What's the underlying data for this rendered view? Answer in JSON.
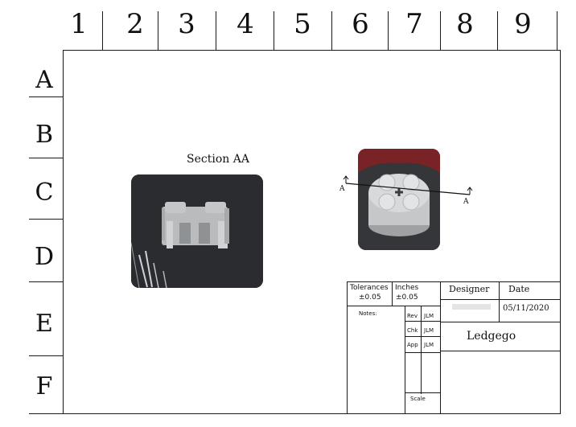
{
  "columns": [
    "1",
    "2",
    "3",
    "4",
    "5",
    "6",
    "7",
    "8",
    "9"
  ],
  "rows": [
    "A",
    "B",
    "C",
    "D",
    "E",
    "F"
  ],
  "section_title": "Section AA",
  "section_marker": {
    "left": "A",
    "right": "A"
  },
  "title_block": {
    "tolerances_label": "Tolerances",
    "tolerances_value": "±0.05",
    "inches_label": "Inches",
    "inches_value": "±0.05",
    "designer_label": "Designer",
    "date_label": "Date",
    "date_value": "05/11/2020",
    "notes_label": "Notes:",
    "revisions": [
      {
        "code": "Rev",
        "initials": "JLM"
      },
      {
        "code": "Chk",
        "initials": "JLM"
      },
      {
        "code": "App",
        "initials": "JLM"
      }
    ],
    "part_name": "Ledgego",
    "scale_label": "Scale"
  }
}
